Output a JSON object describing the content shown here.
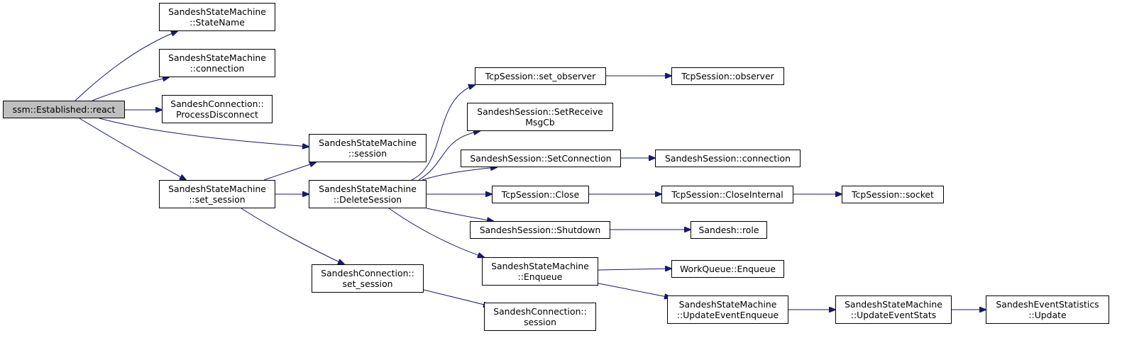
{
  "nodes": {
    "established_react": {
      "lines": [
        "ssm::Established::react"
      ]
    },
    "state_name": {
      "lines": [
        "SandeshStateMachine",
        "::StateName"
      ]
    },
    "ssm_connection": {
      "lines": [
        "SandeshStateMachine",
        "::connection"
      ]
    },
    "process_disconnect": {
      "lines": [
        "SandeshConnection::",
        "ProcessDisconnect"
      ]
    },
    "ssm_session": {
      "lines": [
        "SandeshStateMachine",
        "::session"
      ]
    },
    "ssm_set_session": {
      "lines": [
        "SandeshStateMachine",
        "::set_session"
      ]
    },
    "delete_session": {
      "lines": [
        "SandeshStateMachine",
        "::DeleteSession"
      ]
    },
    "conn_set_session": {
      "lines": [
        "SandeshConnection::",
        "set_session"
      ]
    },
    "conn_session": {
      "lines": [
        "SandeshConnection::",
        "session"
      ]
    },
    "tcp_set_observer": {
      "lines": [
        "TcpSession::set_observer"
      ]
    },
    "tcp_observer": {
      "lines": [
        "TcpSession::observer"
      ]
    },
    "set_receive_msgcb": {
      "lines": [
        "SandeshSession::SetReceive",
        "MsgCb"
      ]
    },
    "set_connection": {
      "lines": [
        "SandeshSession::SetConnection"
      ]
    },
    "session_connection": {
      "lines": [
        "SandeshSession::connection"
      ]
    },
    "tcp_close": {
      "lines": [
        "TcpSession::Close"
      ]
    },
    "tcp_close_internal": {
      "lines": [
        "TcpSession::CloseInternal"
      ]
    },
    "tcp_socket": {
      "lines": [
        "TcpSession::socket"
      ]
    },
    "session_shutdown": {
      "lines": [
        "SandeshSession::Shutdown"
      ]
    },
    "sandesh_role": {
      "lines": [
        "Sandesh::role"
      ]
    },
    "ssm_enqueue": {
      "lines": [
        "SandeshStateMachine",
        "::Enqueue"
      ]
    },
    "workqueue_enqueue": {
      "lines": [
        "WorkQueue::Enqueue"
      ]
    },
    "update_event_enqueue": {
      "lines": [
        "SandeshStateMachine",
        "::UpdateEventEnqueue"
      ]
    },
    "update_event_stats": {
      "lines": [
        "SandeshStateMachine",
        "::UpdateEventStats"
      ]
    },
    "event_statistics_update": {
      "lines": [
        "SandeshEventStatistics",
        "::Update"
      ]
    }
  },
  "edges": [
    {
      "from": "established_react",
      "to": "state_name"
    },
    {
      "from": "established_react",
      "to": "ssm_connection"
    },
    {
      "from": "established_react",
      "to": "process_disconnect"
    },
    {
      "from": "established_react",
      "to": "ssm_session"
    },
    {
      "from": "established_react",
      "to": "ssm_set_session"
    },
    {
      "from": "ssm_set_session",
      "to": "ssm_session"
    },
    {
      "from": "ssm_set_session",
      "to": "delete_session"
    },
    {
      "from": "ssm_set_session",
      "to": "conn_set_session"
    },
    {
      "from": "conn_set_session",
      "to": "conn_session"
    },
    {
      "from": "delete_session",
      "to": "tcp_set_observer"
    },
    {
      "from": "delete_session",
      "to": "set_receive_msgcb"
    },
    {
      "from": "delete_session",
      "to": "set_connection"
    },
    {
      "from": "delete_session",
      "to": "tcp_close"
    },
    {
      "from": "delete_session",
      "to": "session_shutdown"
    },
    {
      "from": "delete_session",
      "to": "ssm_enqueue"
    },
    {
      "from": "tcp_set_observer",
      "to": "tcp_observer"
    },
    {
      "from": "set_connection",
      "to": "session_connection"
    },
    {
      "from": "tcp_close",
      "to": "tcp_close_internal"
    },
    {
      "from": "tcp_close_internal",
      "to": "tcp_socket"
    },
    {
      "from": "session_shutdown",
      "to": "sandesh_role"
    },
    {
      "from": "ssm_enqueue",
      "to": "workqueue_enqueue"
    },
    {
      "from": "ssm_enqueue",
      "to": "update_event_enqueue"
    },
    {
      "from": "update_event_enqueue",
      "to": "update_event_stats"
    },
    {
      "from": "update_event_stats",
      "to": "event_statistics_update"
    }
  ],
  "colors": {
    "edge": "#191970",
    "root_fill": "#bfbfbf",
    "node_fill": "#ffffff",
    "border": "#000000"
  }
}
